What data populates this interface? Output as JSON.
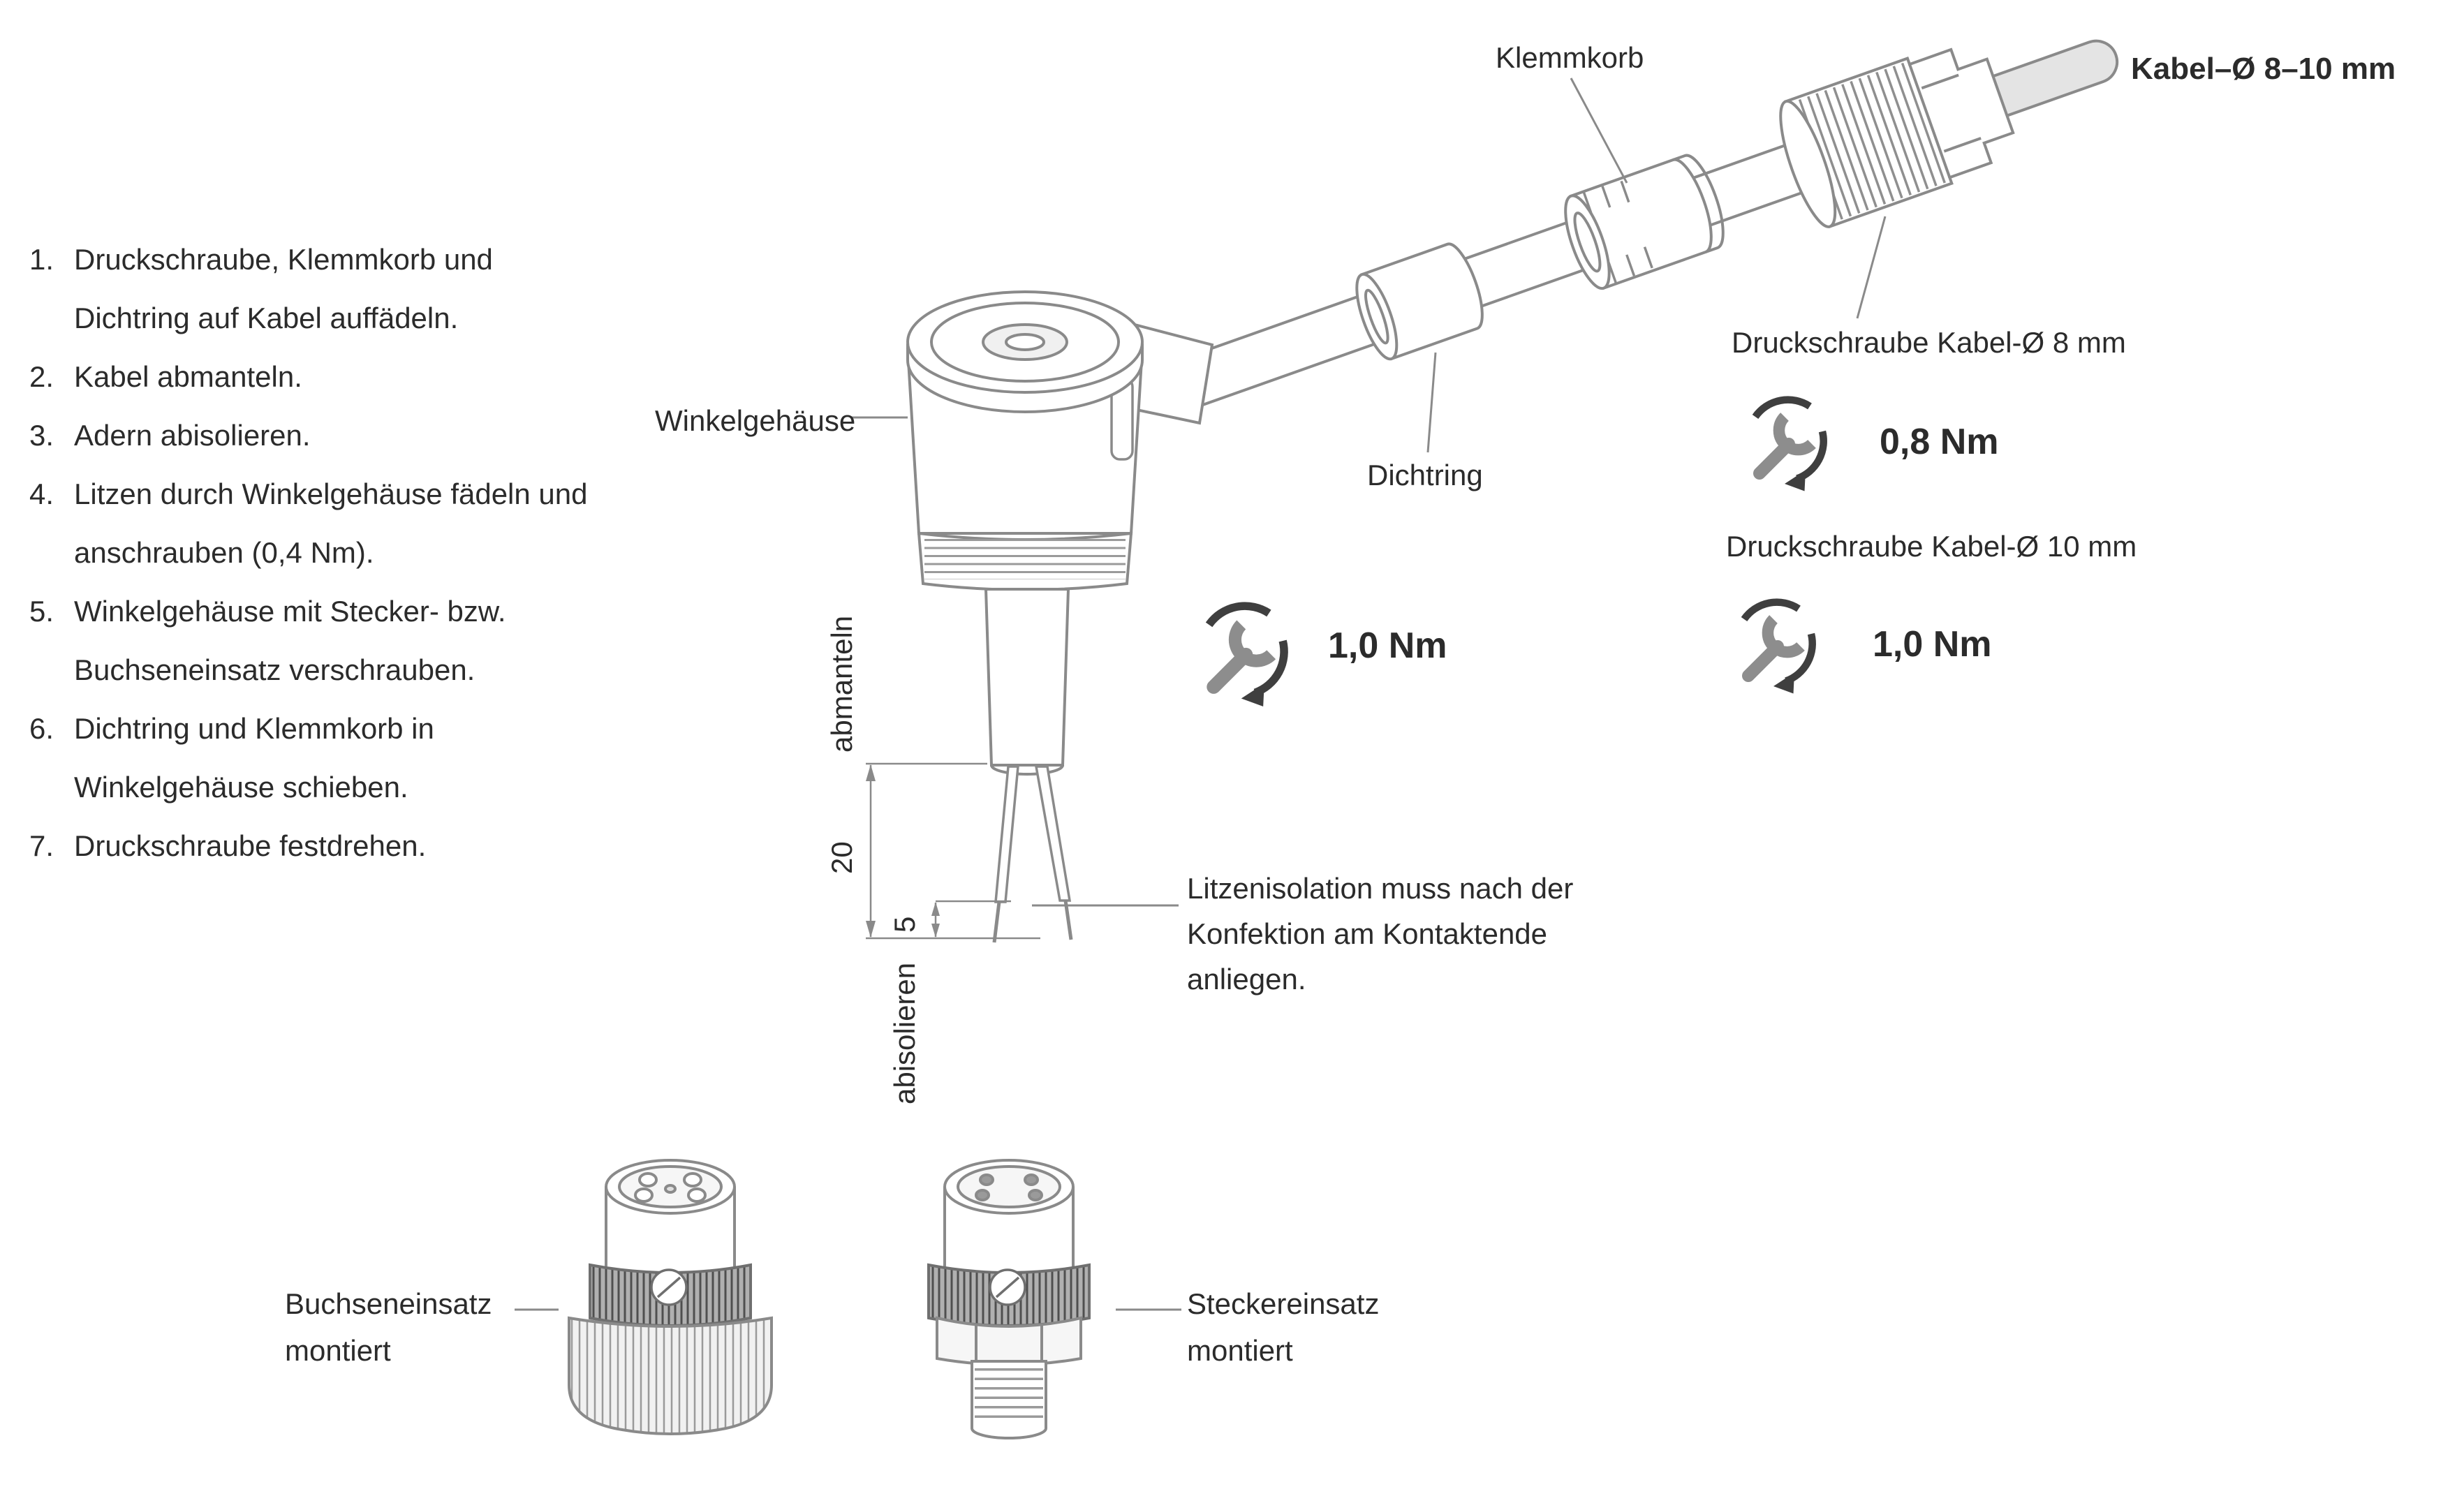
{
  "colors": {
    "line": "#8a8a8a",
    "dark_line": "#3f3f3f",
    "text": "#2b2b2b",
    "cable_fill": "#e4e4e4"
  },
  "instructions": {
    "items": [
      {
        "num": "1.",
        "text": "Druckschraube, Klemmkorb und Dichtring auf Kabel auffädeln."
      },
      {
        "num": "2.",
        "text": "Kabel abmanteln."
      },
      {
        "num": "3.",
        "text": "Adern abisolieren."
      },
      {
        "num": "4.",
        "text": "Litzen durch Winkelgehäuse fädeln und anschrauben (0,4 Nm)."
      },
      {
        "num": "5.",
        "text": "Winkelgehäuse mit Stecker- bzw. Buchseneinsatz verschrauben."
      },
      {
        "num": "6.",
        "text": "Dichtring und Klemmkorb in Winkelgehäuse schieben."
      },
      {
        "num": "7.",
        "text": "Druckschraube festdrehen."
      }
    ]
  },
  "diagram": {
    "labels": {
      "klemmkorb": "Klemmkorb",
      "cable_diameter": "Kabel–Ø 8–10 mm",
      "winkelgehaeuse": "Winkelgehäuse",
      "dichtring": "Dichtring",
      "druckschraube8": "Druckschraube Kabel-Ø 8 mm",
      "druckschraube10": "Druckschraube Kabel-Ø 10 mm",
      "buchseneinsatz": "Buchseneinsatz montiert",
      "steckereinsatz": "Steckereinsatz montiert",
      "litzen_note": "Litzenisolation muss nach der Konfektion am Kontaktende anliegen."
    },
    "torques": {
      "main": "1,0 Nm",
      "cable8": "0,8 Nm",
      "cable10": "1,0 Nm"
    },
    "dimensions": {
      "abmanteln_label": "abmanteln",
      "abmanteln_value": "20",
      "abisolieren_label": "abisolieren",
      "abisolieren_value": "5"
    },
    "icons": {
      "torque_wrench": "wrench-with-rotation-arrow"
    }
  }
}
